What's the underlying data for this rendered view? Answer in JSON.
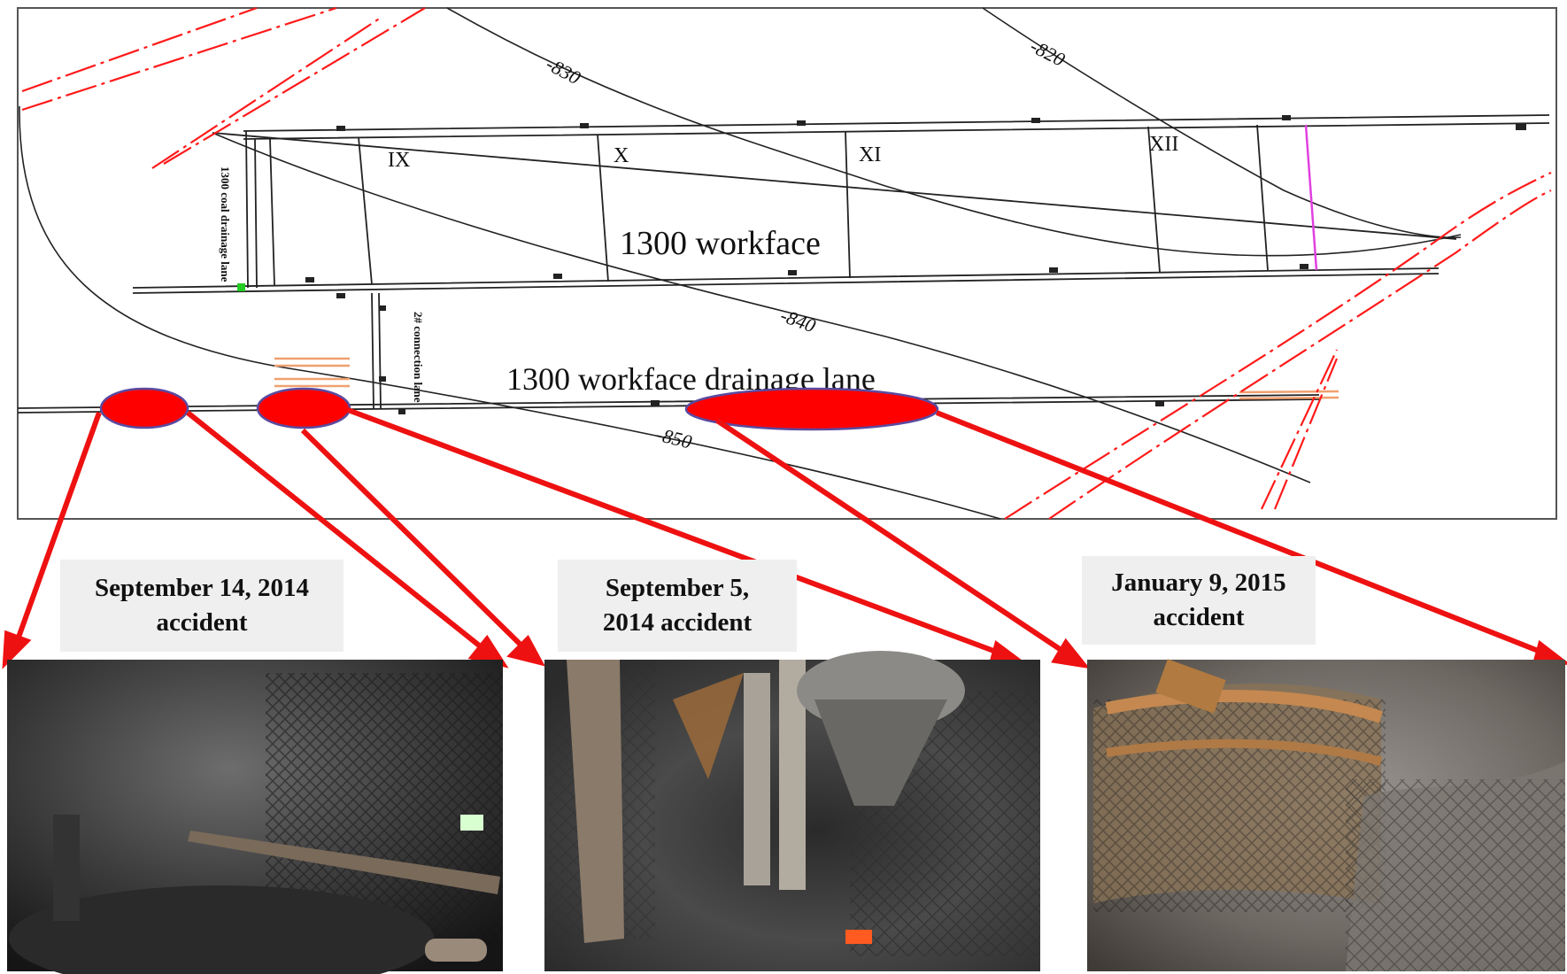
{
  "map": {
    "workface_label": "1300 workface",
    "drainage_label": "1300 workface drainage lane",
    "left_lane_label": "1300 coal drainage lane",
    "connector_label": "2# connection lane",
    "panel_labels": [
      "IX",
      "X",
      "XI",
      "XII"
    ],
    "contour_labels": [
      "-830",
      "-820",
      "-840",
      "-850"
    ],
    "fault_color": "#ff1a1a",
    "marker_color": "#ff0000"
  },
  "accidents": [
    {
      "line1": "September 14, 2014",
      "line2": "accident"
    },
    {
      "line1": "September 5,",
      "line2": "2014 accident"
    },
    {
      "line1": "January 9, 2015",
      "line2": "accident"
    }
  ],
  "photos": [
    {
      "icon": "mine-tunnel-photo-1"
    },
    {
      "icon": "mine-tunnel-photo-2"
    },
    {
      "icon": "mine-tunnel-photo-3"
    }
  ]
}
